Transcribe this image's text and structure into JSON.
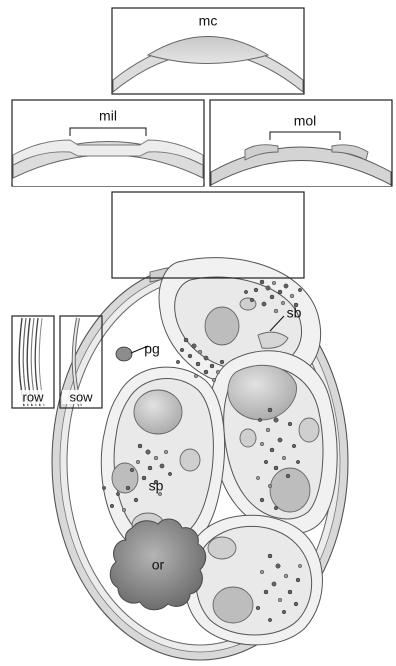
{
  "labels": {
    "mc": "mc",
    "mil": "mil",
    "mol": "mol",
    "sb": "sb",
    "pg": "pg",
    "row": "row",
    "sow": "sow",
    "sp": "sp",
    "or": "or"
  },
  "colors": {
    "wall": "#d8d8d8",
    "residuum": "#8a8a8a",
    "granule": "#666666",
    "background": "#ffffff"
  }
}
